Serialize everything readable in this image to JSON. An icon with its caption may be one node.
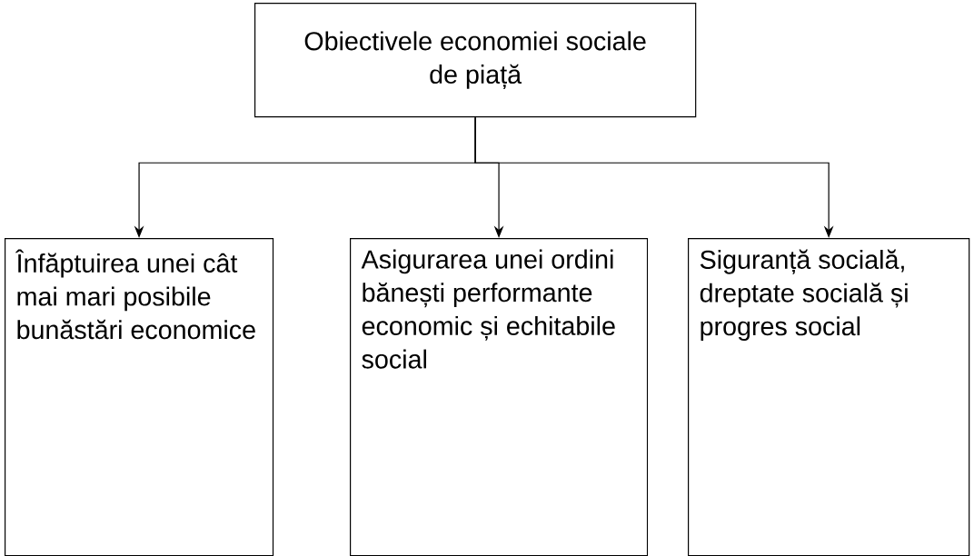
{
  "diagram": {
    "nodes": [
      {
        "text": [
          "Obiectivele economiei sociale de piață"
        ]
      },
      {
        "text": [
          "Înfăptuirea unei cât mai mari posibile bunăstări economice"
        ]
      },
      {
        "text": [
          "Asigurarea unei ordini bănești performante economic și echitabile social"
        ]
      },
      {
        "text": [
          "Siguranță socială, dreptate socială și progres social"
        ]
      }
    ],
    "edges": [
      {
        "from": 0,
        "to": 1,
        "arrow": "to"
      },
      {
        "from": 0,
        "to": 2,
        "arrow": "to"
      },
      {
        "from": 0,
        "to": 3,
        "arrow": "to"
      }
    ]
  }
}
